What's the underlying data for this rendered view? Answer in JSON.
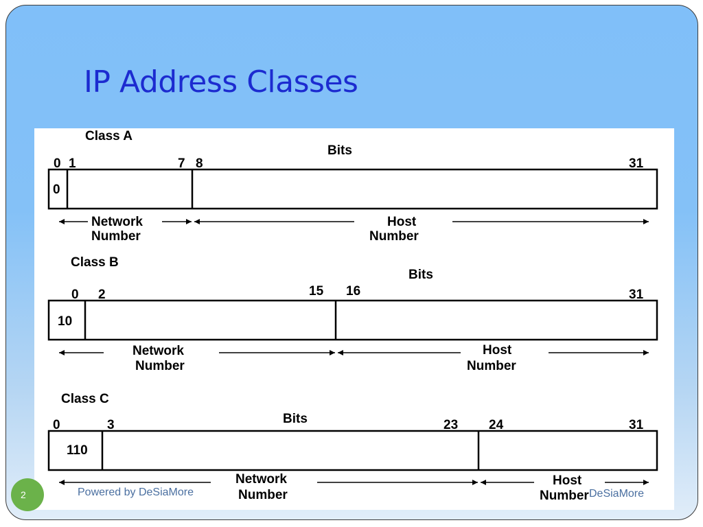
{
  "slide": {
    "title": "IP Address Classes",
    "footer_left": "Powered by DeSiaMore",
    "footer_right": "DeSiaMore",
    "slide_number": "2"
  },
  "diagram": {
    "class_a": {
      "heading": "Class A",
      "bits": "Bits",
      "ticks": [
        "0",
        "1",
        "7",
        "8",
        "31"
      ],
      "prefix": "0",
      "network_1": "Network",
      "network_2": "Number",
      "host_1": "Host",
      "host_2": "Number"
    },
    "class_b": {
      "heading": "Class B",
      "bits": "Bits",
      "ticks": [
        "0",
        "2",
        "15",
        "16",
        "31"
      ],
      "prefix": "10",
      "network_1": "Network",
      "network_2": "Number",
      "host_1": "Host",
      "host_2": "Number"
    },
    "class_c": {
      "heading": "Class C",
      "bits": "Bits",
      "ticks": [
        "0",
        "3",
        "23",
        "24",
        "31"
      ],
      "prefix": "110",
      "network_1": "Network",
      "network_2": "Number",
      "host_1": "Host",
      "host_2": "Number"
    }
  }
}
